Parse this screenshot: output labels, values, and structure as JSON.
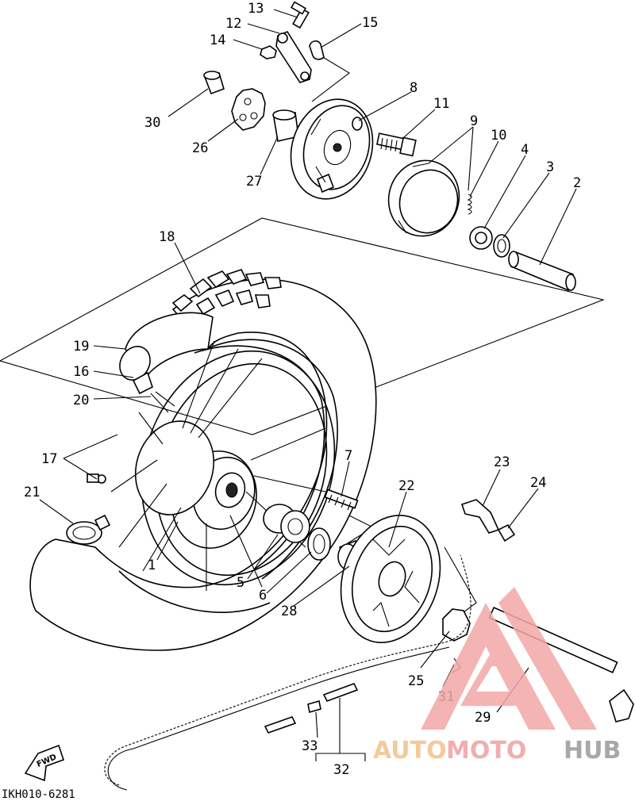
{
  "diagram": {
    "part_labels": [
      "1",
      "2",
      "3",
      "4",
      "5",
      "6",
      "7",
      "8",
      "9",
      "10",
      "11",
      "12",
      "13",
      "14",
      "15",
      "16",
      "17",
      "18",
      "19",
      "20",
      "21",
      "22",
      "23",
      "24",
      "25",
      "26",
      "27",
      "28",
      "29",
      "30",
      "31",
      "32",
      "33"
    ],
    "diagram_code": "IKH010-6281",
    "direction_marker": "FWD"
  },
  "watermark": {
    "part_a": "AUTO",
    "part_b": "MOTO",
    "part_c": "HUB",
    "colors": {
      "a": "#f5c08a",
      "b": "#f0a0a0",
      "c": "#9a9a9a",
      "logo": "#f3a8a8"
    }
  }
}
